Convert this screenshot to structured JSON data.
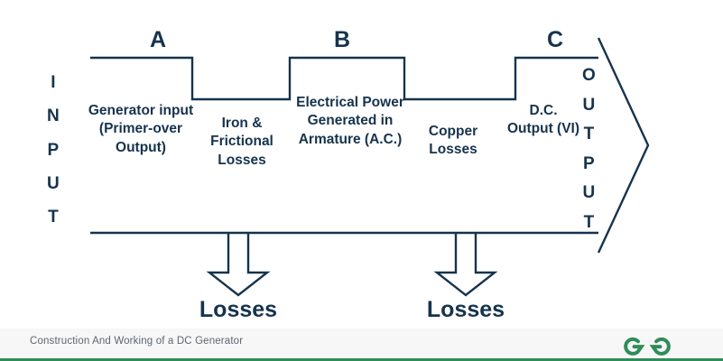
{
  "diagram": {
    "title_letters": {
      "a": "A",
      "b": "B",
      "c": "C"
    },
    "input_label": {
      "text": "INPUT",
      "letters": [
        "I",
        "N",
        "P",
        "U",
        "T"
      ]
    },
    "output_label": {
      "text": "OUTPUT",
      "letters": [
        "O",
        "U",
        "T",
        "P",
        "U",
        "T"
      ]
    },
    "blocks": [
      {
        "id": "generator-input",
        "text": "Generator input (Primer-over Output)"
      },
      {
        "id": "iron-losses",
        "text": "Iron & Frictional Losses"
      },
      {
        "id": "electrical-power",
        "text": "Electrical Power Generated in Armature (A.C.)"
      },
      {
        "id": "copper-losses",
        "text": "Copper Losses"
      },
      {
        "id": "dc-output",
        "text": "D.C. Output (VI)"
      }
    ],
    "loss_arrows": [
      {
        "id": "losses-1",
        "label": "Losses"
      },
      {
        "id": "losses-2",
        "label": "Losses"
      }
    ],
    "colors": {
      "stroke": "#16334d",
      "text": "#16334d",
      "brand_green": "#2f8d58",
      "footer_bg": "#f7f7f7",
      "footer_text": "#5a6775",
      "background": "#ffffff"
    }
  },
  "footer": {
    "caption": "Construction And Working of a DC Generator",
    "logo_name": "geeksforgeeks-logo"
  }
}
